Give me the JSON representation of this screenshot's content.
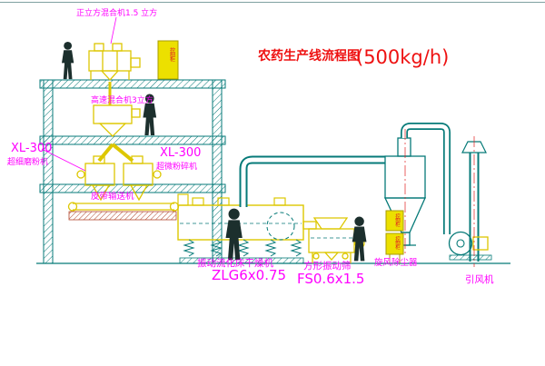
{
  "title": {
    "main": "农药生产线流程图",
    "capacity": "(500kg/h)"
  },
  "colors": {
    "line": "#067a78",
    "machine": "#ddc700",
    "label": "#ff00ff",
    "title": "#ee1111",
    "hatch_red": "#b2472d",
    "background": "#ffffff"
  },
  "labels": {
    "top_mixer": "正立方混合机1.5 立方",
    "high_speed_mixer": "高速混合机3立方",
    "mill_left": {
      "model": "XL-300",
      "name": "超细磨粉机"
    },
    "mill_center": {
      "model": "XL-300",
      "name": "超微粉碎机"
    },
    "belt_conveyor": "皮带输送机",
    "dryer": {
      "name": "振动流化床干燥机",
      "model": "ZLG6x0.75"
    },
    "screen": {
      "name": "方形振动筛",
      "model": "FS0.6x1.5"
    },
    "cyclone": "旋风除尘器",
    "fan": "引风机",
    "cabinet": "控制柜"
  }
}
